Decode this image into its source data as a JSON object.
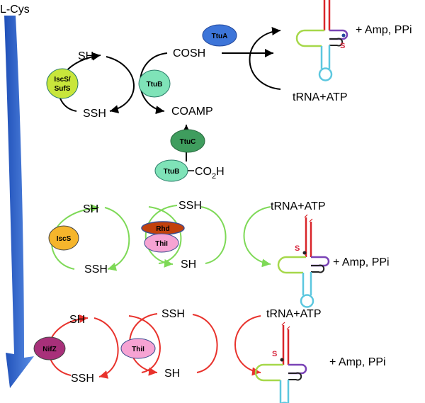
{
  "source_label": "L-Cys",
  "colors": {
    "black_path": "#000000",
    "green_path": "#7ed957",
    "red_path": "#e8322c",
    "arrow_blue": "#3d75d9",
    "trna_red": "#d9252a",
    "trna_purple": "#7a43b6",
    "trna_green": "#a6d84a",
    "trna_cyan": "#5cc7df",
    "sulfur": "#d7263d"
  },
  "pathway1": {
    "sh": "SH",
    "ssh": "SSH",
    "cosh": "COSH",
    "coamp": "COAMP",
    "enzyme_cysteine_desulfurase": "IscS/\nSufS",
    "enzyme_carrier": "TtuB",
    "enzyme_ttua": "TtuA",
    "enzyme_ttuc": "TtuC",
    "enzyme_ttub_bottom": "TtuB",
    "co2h_prefix": "CO",
    "co2h_sub": "2",
    "co2h_suffix": "H",
    "substrate": "tRNA+ATP",
    "product": "+ Amp, PPi",
    "sulfur_mark": "S"
  },
  "pathway2": {
    "sh_left": "SH",
    "ssh_left": "SSH",
    "ssh_right": "SSH",
    "sh_right": "SH",
    "enzyme_iscs": "IscS",
    "enzyme_rhd": "Rhd",
    "enzyme_thii": "ThiI",
    "substrate": "tRNA+ATP",
    "product": "+ Amp, PPi",
    "sulfur_mark": "S"
  },
  "pathway3": {
    "sh_left": "SH",
    "ssh_left": "SSH",
    "ssh_right": "SSH",
    "sh_right": "SH",
    "enzyme_nifz": "NifZ",
    "enzyme_thii": "ThiI",
    "substrate": "tRNA+ATP",
    "product": "+ Amp, PPi",
    "sulfur_mark": "S"
  }
}
